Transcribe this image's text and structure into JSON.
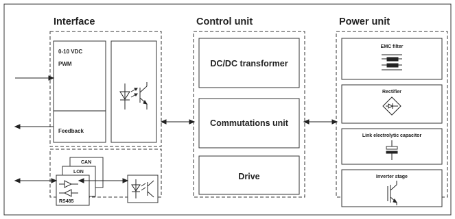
{
  "headers": {
    "interface": "Interface",
    "control_unit": "Control unit",
    "power_unit": "Power unit"
  },
  "interface": {
    "input_label_1": "0-10 VDC",
    "input_label_2": "PWM",
    "feedback_label": "Feedback",
    "bus_can": "CAN",
    "bus_lon": "LON",
    "bus_rs485": "RS485"
  },
  "control_unit": {
    "dcdc": "DC/DC transformer",
    "commutation": "Commutations unit",
    "drive": "Drive"
  },
  "power_unit": {
    "emc": "EMC filter",
    "rectifier": "Rectifier",
    "link_cap": "Link electrolytic capacitor",
    "inverter": "Inverter stage"
  },
  "icons": [
    "optocoupler-icon",
    "diode-bridge-icon",
    "capacitor-icon",
    "igbt-icon",
    "emc-filter-icon"
  ]
}
